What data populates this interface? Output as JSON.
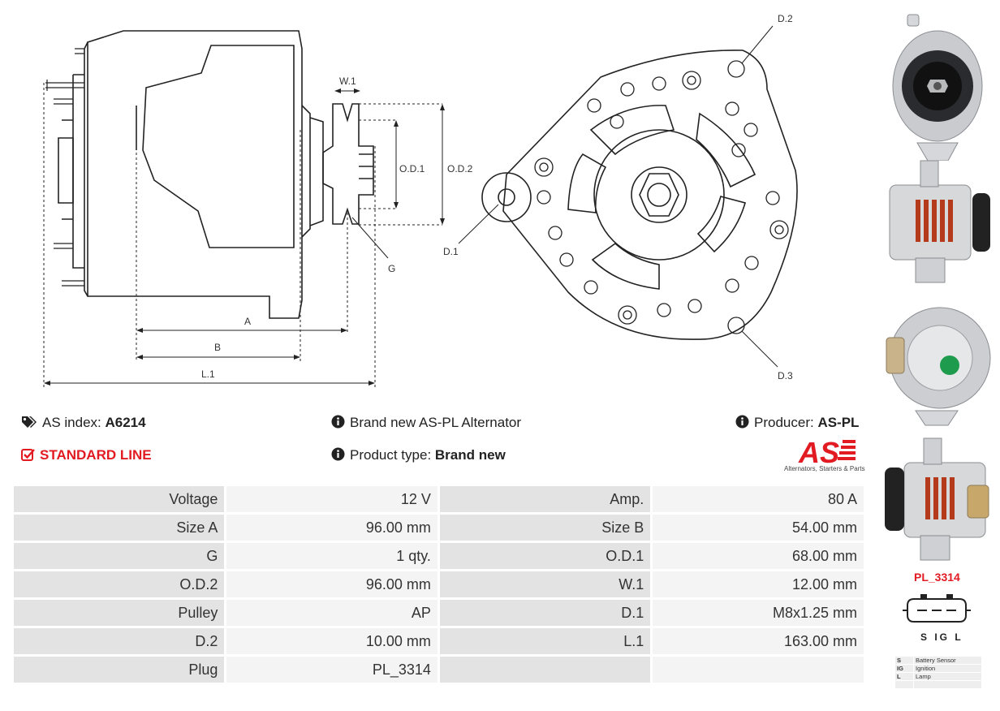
{
  "drawing": {
    "labels": {
      "w1": "W.1",
      "od1": "O.D.1",
      "od2": "O.D.2",
      "g": "G",
      "a": "A",
      "b": "B",
      "l1": "L.1",
      "d1": "D.1",
      "d2": "D.2",
      "d3": "D.3"
    }
  },
  "info": {
    "as_index_label": "AS index:",
    "as_index_value": "A6214",
    "description": "Brand new AS-PL Alternator",
    "producer_label": "Producer:",
    "producer_value": "AS-PL",
    "standard_line": "STANDARD LINE",
    "product_type_label": "Product type:",
    "product_type_value": "Brand new"
  },
  "logo": {
    "text": "AS",
    "tagline": "Alternators, Starters & Parts",
    "color": "#e21b23"
  },
  "specs": [
    [
      "Voltage",
      "12 V",
      "Amp.",
      "80 A"
    ],
    [
      "Size A",
      "96.00 mm",
      "Size B",
      "54.00 mm"
    ],
    [
      "G",
      "1 qty.",
      "O.D.1",
      "68.00 mm"
    ],
    [
      "O.D.2",
      "96.00 mm",
      "W.1",
      "12.00 mm"
    ],
    [
      "Pulley",
      "AP",
      "D.1",
      "M8x1.25 mm"
    ],
    [
      "D.2",
      "10.00 mm",
      "L.1",
      "163.00 mm"
    ],
    [
      "Plug",
      "PL_3314",
      "",
      ""
    ]
  ],
  "plug": {
    "title": "PL_3314",
    "pins": "S IG L",
    "legend": [
      {
        "code": "S",
        "desc": "Battery Sensor"
      },
      {
        "code": "IG",
        "desc": "Ignition"
      },
      {
        "code": "L",
        "desc": "Lamp"
      },
      {
        "code": "",
        "desc": ""
      }
    ]
  },
  "icons": [
    "tags-icon",
    "info-icon",
    "checkbox-icon"
  ]
}
